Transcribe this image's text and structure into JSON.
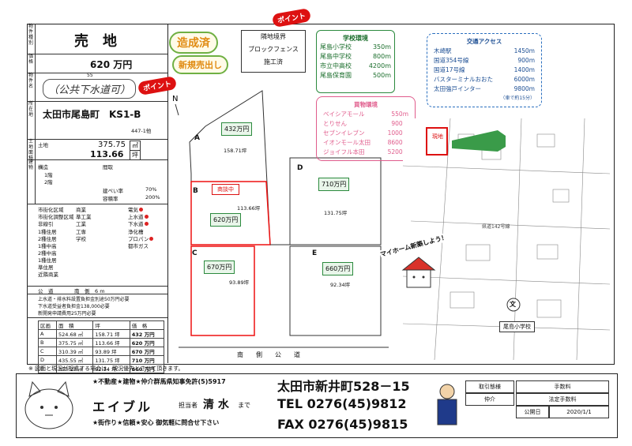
{
  "header": {
    "title": "売　地",
    "price": "620 万円",
    "handwritten_note": "（公共下水道可）",
    "location": "太田市尾島町　KS1-B",
    "lot_no": "447-1他",
    "area_m2": "375.75",
    "area_unit_m2": "㎡",
    "area_tsubo": "113.66",
    "area_unit_tsubo": "坪",
    "chiban_label": "55"
  },
  "side_labels": {
    "type": "物件種別",
    "price": "価格",
    "name": "物件名",
    "location": "所在地",
    "area": "土地面積",
    "building": "建物"
  },
  "table": {
    "land_row": "土地",
    "building_rows": [
      "1階",
      "2階"
    ],
    "building_cols": [
      "構造",
      "間取"
    ],
    "coverage_label": "建ぺい率",
    "coverage": "70%",
    "far_label": "容積率",
    "far": "200%",
    "zoning": [
      "市街化区域",
      "市街化調整区域",
      "非線引"
    ],
    "uses": [
      "1種住居",
      "2種住居",
      "1種中高",
      "2種中高",
      "1種住居",
      "準住居",
      "近隣商業",
      "商業",
      "準工業",
      "工業",
      "工専"
    ],
    "utilities": [
      "電気",
      "上水道",
      "下水道",
      "浄化槽",
      "プロパン",
      "都市ガス"
    ],
    "school_label": "学校",
    "road_label": "公　道",
    "road_dir": "南　側　6 m",
    "notes": [
      "上水道・排水料設置負担金別途50万円必要",
      "下水道受益者負担金138,000必要",
      "新開発申請費用25万円必要"
    ]
  },
  "price_table": {
    "headers": [
      "区画",
      "面　積",
      "坪",
      "価　格"
    ],
    "rows": [
      [
        "A",
        "524.68 ㎡",
        "158.71 坪",
        "432 万円"
      ],
      [
        "B",
        "375.75 ㎡",
        "113.66 坪",
        "620 万円"
      ],
      [
        "C",
        "310.39 ㎡",
        "93.89 坪",
        "670 万円"
      ],
      [
        "D",
        "435.55 ㎡",
        "131.75 坪",
        "710 万円"
      ],
      [
        "E",
        "305.27 ㎡",
        "92.34 坪",
        "660 万円"
      ]
    ]
  },
  "badges": {
    "zousei": "造成済",
    "shinki": "新規売出し",
    "point1": "ポイント",
    "point2": "ポイント",
    "boundary": [
      "隣地境界",
      "ブロックフェンス",
      "施工済"
    ]
  },
  "school_env": {
    "title": "学校環境",
    "items": [
      [
        "尾島小学校",
        "350m"
      ],
      [
        "尾島中学校",
        "800m"
      ],
      [
        "市立中高校",
        "4200m"
      ],
      [
        "尾島保育園",
        "500m"
      ]
    ]
  },
  "shopping_env": {
    "title": "買物環境",
    "items": [
      [
        "ベイシアモール",
        "550m"
      ],
      [
        "とりせん",
        "900m"
      ],
      [
        "セブンイレブン",
        "1000m"
      ],
      [
        "イオンモール太田",
        "8600m"
      ],
      [
        "ジョイフル本田",
        "5200m"
      ]
    ]
  },
  "transport": {
    "title": "交通アクセス",
    "items": [
      [
        "木崎駅",
        "1450m"
      ],
      [
        "国道354号線",
        "900m"
      ],
      [
        "国道17号線",
        "1400m"
      ],
      [
        "バスターミナルおおた",
        "6000m"
      ],
      [
        "太田強戸インター",
        "9800m"
      ]
    ],
    "note": "（車で約15分）"
  },
  "plot": {
    "lots": [
      {
        "id": "A",
        "price": "432万円",
        "area": "158.71坪"
      },
      {
        "id": "B",
        "price": "620万円",
        "area": "113.66坪",
        "status": "商談中"
      },
      {
        "id": "C",
        "price": "670万円",
        "area": "93.89坪"
      },
      {
        "id": "D",
        "price": "710万円",
        "area": "131.75坪"
      },
      {
        "id": "E",
        "price": "660万円",
        "area": "92.34坪"
      }
    ],
    "road": "南　側　公　道",
    "north": "N"
  },
  "map": {
    "site_label": "現地",
    "school": "尾島小学校",
    "school_mark": "文",
    "bubble": "マイホーム新築しよう！",
    "road_label": "県道142号線"
  },
  "disclaimer": "※ 図面と現況が相違する場合は、現況優先とさせて頂きます。",
  "footer": {
    "license": "★不動産★建物★仲介群馬県知事免許(5)5917",
    "address": "太田市新井町528－15",
    "company": "エイブル",
    "contact_prefix": "担当者",
    "agent": "清 水",
    "contact_suffix": "まで",
    "tagline": "★街作り★信頼★安心 御気軽に問合せ下さい",
    "tel": "TEL  0276(45)9812",
    "fax": "FAX  0276(45)9815",
    "deal_label": "取引態様",
    "deal_value": "仲介",
    "fee_label": "手数料",
    "fee_value": "法定手数料",
    "date_label": "公開日",
    "date_value": "2020/1/1"
  },
  "colors": {
    "green": "#2c8a3e",
    "pink": "#e05c8c",
    "blue": "#2a6fbf",
    "red": "#d11111",
    "orange": "#e8a020"
  }
}
